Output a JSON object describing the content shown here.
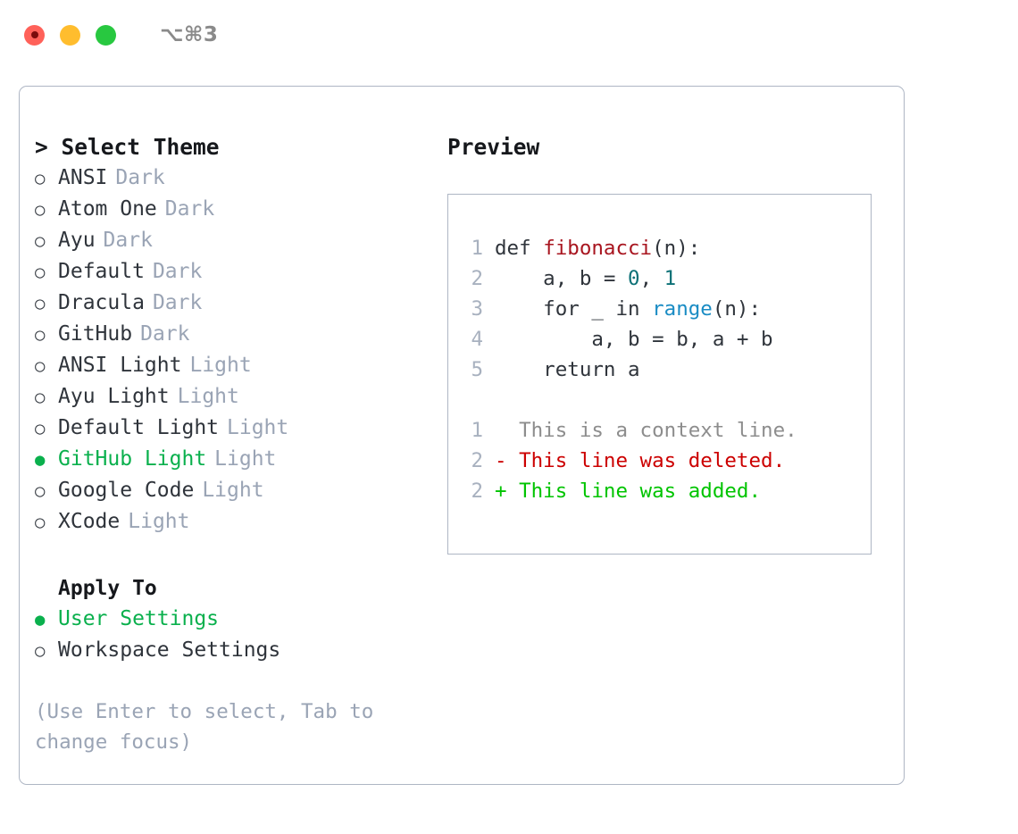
{
  "titlebar": {
    "shortcut": "⌥⌘3",
    "lights": [
      {
        "name": "close",
        "color": "#ff6159"
      },
      {
        "name": "minimize",
        "color": "#ffbd2e"
      },
      {
        "name": "maximize",
        "color": "#28c840"
      }
    ]
  },
  "theme_picker": {
    "header": "> Select Theme",
    "selected_bullet": "●",
    "unselected_bullet": "○",
    "items": [
      {
        "name": "ANSI",
        "category": "Dark",
        "selected": false
      },
      {
        "name": "Atom One",
        "category": "Dark",
        "selected": false
      },
      {
        "name": "Ayu",
        "category": "Dark",
        "selected": false
      },
      {
        "name": "Default",
        "category": "Dark",
        "selected": false
      },
      {
        "name": "Dracula",
        "category": "Dark",
        "selected": false
      },
      {
        "name": "GitHub",
        "category": "Dark",
        "selected": false
      },
      {
        "name": "ANSI Light",
        "category": "Light",
        "selected": false
      },
      {
        "name": "Ayu Light",
        "category": "Light",
        "selected": false
      },
      {
        "name": "Default Light",
        "category": "Light",
        "selected": false
      },
      {
        "name": "GitHub Light",
        "category": "Light",
        "selected": true
      },
      {
        "name": "Google Code",
        "category": "Light",
        "selected": false
      },
      {
        "name": "XCode",
        "category": "Light",
        "selected": false
      }
    ]
  },
  "apply_to": {
    "header": "Apply To",
    "options": [
      {
        "name": "User Settings",
        "selected": true
      },
      {
        "name": "Workspace Settings",
        "selected": false
      }
    ]
  },
  "hint": "(Use Enter to select, Tab to change focus)",
  "preview": {
    "title": "Preview",
    "code_lines": [
      {
        "number": "1",
        "tokens": [
          {
            "text": "def ",
            "type": "plain"
          },
          {
            "text": "fibonacci",
            "type": "fn"
          },
          {
            "text": "(n):",
            "type": "plain"
          }
        ]
      },
      {
        "number": "2",
        "tokens": [
          {
            "text": "    a, b = ",
            "type": "plain"
          },
          {
            "text": "0",
            "type": "num"
          },
          {
            "text": ", ",
            "type": "plain"
          },
          {
            "text": "1",
            "type": "num"
          }
        ]
      },
      {
        "number": "3",
        "tokens": [
          {
            "text": "    for _ in ",
            "type": "plain"
          },
          {
            "text": "range",
            "type": "builtin"
          },
          {
            "text": "(n):",
            "type": "plain"
          }
        ]
      },
      {
        "number": "4",
        "tokens": [
          {
            "text": "        a, b = b, a + b",
            "type": "plain"
          }
        ]
      },
      {
        "number": "5",
        "tokens": [
          {
            "text": "    return a",
            "type": "plain"
          }
        ]
      }
    ],
    "diff_lines": [
      {
        "number": "1",
        "marker": "  ",
        "text": "This is a context line.",
        "type": "context"
      },
      {
        "number": "2",
        "marker": "- ",
        "text": "This line was deleted.",
        "type": "deleted"
      },
      {
        "number": "2",
        "marker": "+ ",
        "text": "This line was added.",
        "type": "added"
      }
    ]
  },
  "colors": {
    "accent_green": "#0ab04d",
    "muted": "#9aa4b5",
    "border": "#aeb6c4",
    "diff_deleted": "#cc0000",
    "diff_added": "#00c400",
    "syntax_function": "#a8151f",
    "syntax_number": "#0b7076",
    "syntax_builtin": "#1a8cc4"
  }
}
